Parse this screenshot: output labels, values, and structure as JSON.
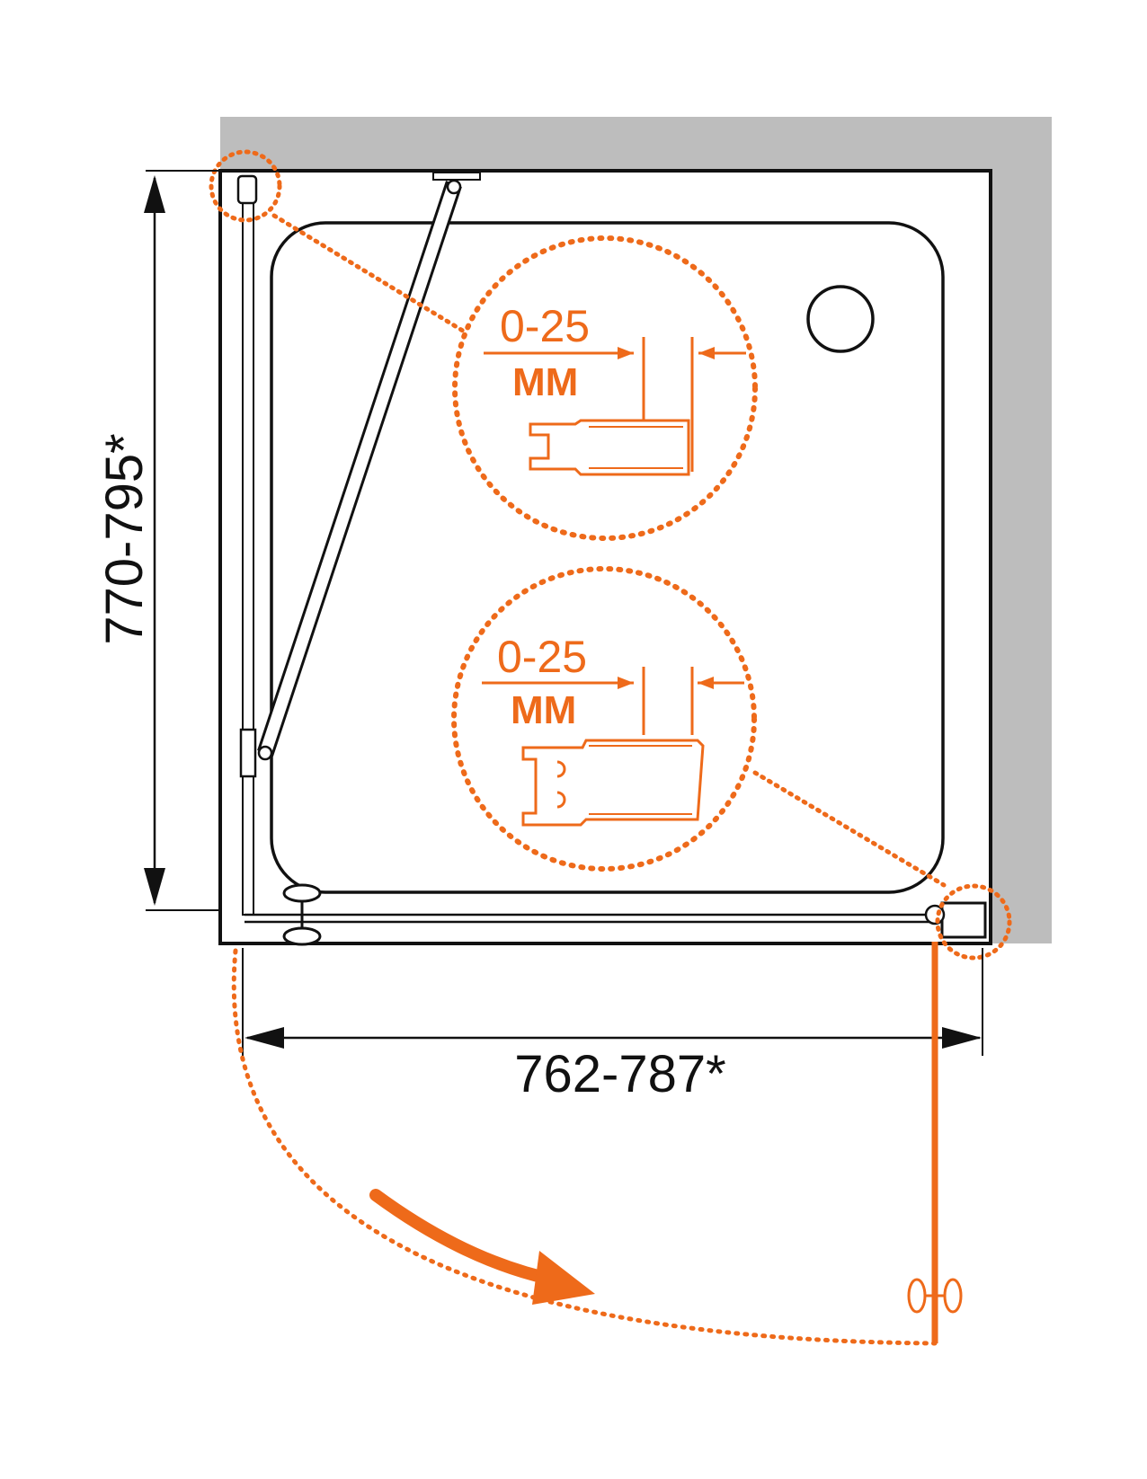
{
  "labels": {
    "height_dimension": "770-795*",
    "width_dimension": "762-787*",
    "detail_top_range": "0-25",
    "detail_top_unit": "MM",
    "detail_bottom_range": "0-25",
    "detail_bottom_unit": "MM"
  },
  "colors": {
    "accent": "#ee6a1a",
    "line": "#111111",
    "wall": "#bdbdbd",
    "background": "#ffffff"
  },
  "icons": {
    "drain": "circle-drain-icon",
    "knob": "door-knob-icon",
    "swing_arrow": "swing-direction-arrow-icon"
  }
}
